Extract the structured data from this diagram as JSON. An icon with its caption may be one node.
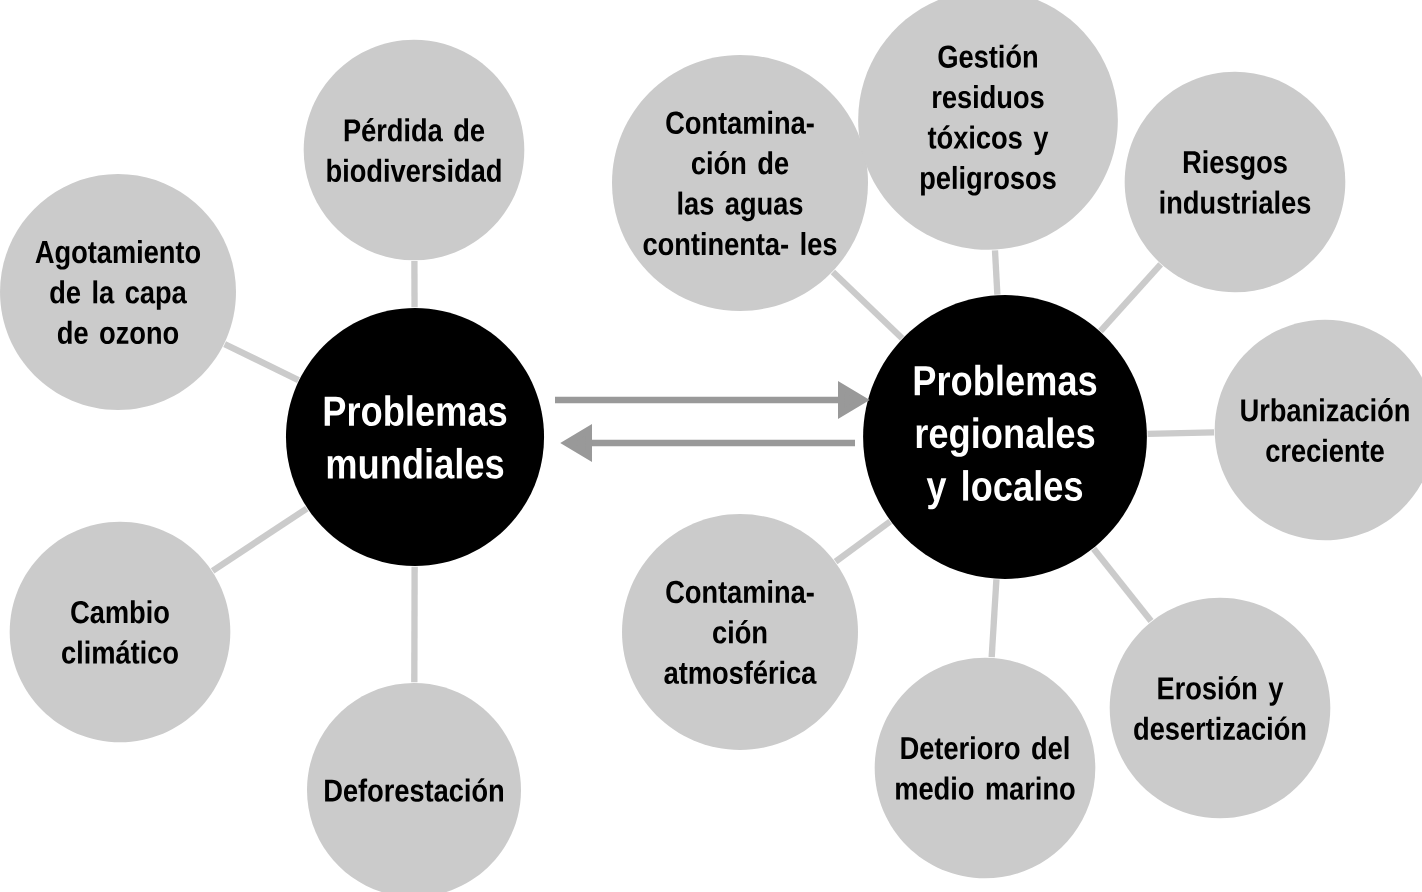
{
  "diagram": {
    "nodes": [
      {
        "text": [
          "Problemas mundiales"
        ]
      },
      {
        "text": [
          "Pérdida de biodiversidad"
        ]
      },
      {
        "text": [
          "Agotamiento de la capa de ozono"
        ]
      },
      {
        "text": [
          "Cambio climático"
        ]
      },
      {
        "text": [
          "Deforestación"
        ]
      },
      {
        "text": [
          "Problemas regionales y locales"
        ]
      },
      {
        "text": [
          "Contamina- ción de las aguas continenta- les"
        ]
      },
      {
        "text": [
          "Gestión residuos tóxicos y peligrosos"
        ]
      },
      {
        "text": [
          "Riesgos industriales"
        ]
      },
      {
        "text": [
          "Urbanización creciente"
        ]
      },
      {
        "text": [
          "Erosión y desertización"
        ]
      },
      {
        "text": [
          "Deterioro del medio marino"
        ]
      },
      {
        "text": [
          "Contamina- ción atmosférica"
        ]
      }
    ],
    "edges": [
      {
        "from": 0,
        "to": 1,
        "arrow": "none"
      },
      {
        "from": 0,
        "to": 2,
        "arrow": "none"
      },
      {
        "from": 0,
        "to": 3,
        "arrow": "none"
      },
      {
        "from": 0,
        "to": 4,
        "arrow": "none"
      },
      {
        "from": 5,
        "to": 6,
        "arrow": "none"
      },
      {
        "from": 5,
        "to": 7,
        "arrow": "none"
      },
      {
        "from": 5,
        "to": 8,
        "arrow": "none"
      },
      {
        "from": 5,
        "to": 9,
        "arrow": "none"
      },
      {
        "from": 5,
        "to": 10,
        "arrow": "none"
      },
      {
        "from": 5,
        "to": 11,
        "arrow": "none"
      },
      {
        "from": 5,
        "to": 12,
        "arrow": "none"
      },
      {
        "from": 0,
        "to": 5,
        "arrow": "to",
        "color": "#999999"
      },
      {
        "from": 5,
        "to": 0,
        "arrow": "to",
        "color": "#999999"
      }
    ]
  }
}
